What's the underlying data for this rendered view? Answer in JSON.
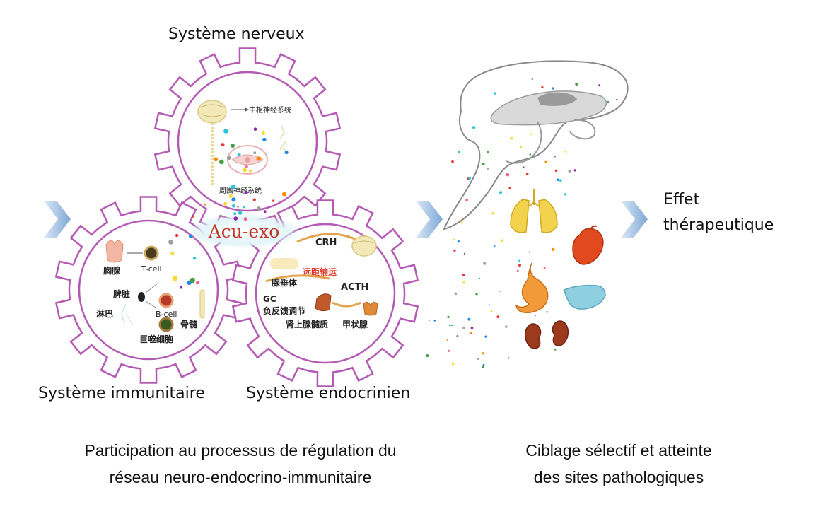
{
  "labels": {
    "nervous": "Système nerveux",
    "immune": "Système immunitaire",
    "endocrine": "Système endocrinien",
    "effect_line1": "Effet",
    "effect_line2": "thérapeutique"
  },
  "badge": "Acu-exo",
  "gear_nervous": {
    "cns": "中枢神经系统",
    "pns": "周围神经系统"
  },
  "gear_immune": {
    "thymus": "胸腺",
    "tcell": "T-cell",
    "spleen": "脾脏",
    "bcell": "B-cell",
    "lymph": "淋巴",
    "marrow": "骨髓",
    "macrophage": "巨噬细胞"
  },
  "gear_endocrine": {
    "crh": "CRH",
    "transport": "远距输运",
    "pituitary": "腺垂体",
    "acth": "ACTH",
    "gc": "GC",
    "feedback": "负反馈调节",
    "adrenal": "肾上腺髓质",
    "thyroid": "甲状腺"
  },
  "captions": {
    "left_line1": "Participation au processus de régulation du",
    "left_line2": "réseau neuro-endocrino-immunitaire",
    "right_line1": "Ciblage sélectif et atteinte",
    "right_line2": "des sites pathologiques"
  },
  "colors": {
    "gear": "#b45ab4",
    "arrow": "#8fb6e0",
    "badge_text": "#c0392b",
    "transport_text": "#e03a2a"
  }
}
